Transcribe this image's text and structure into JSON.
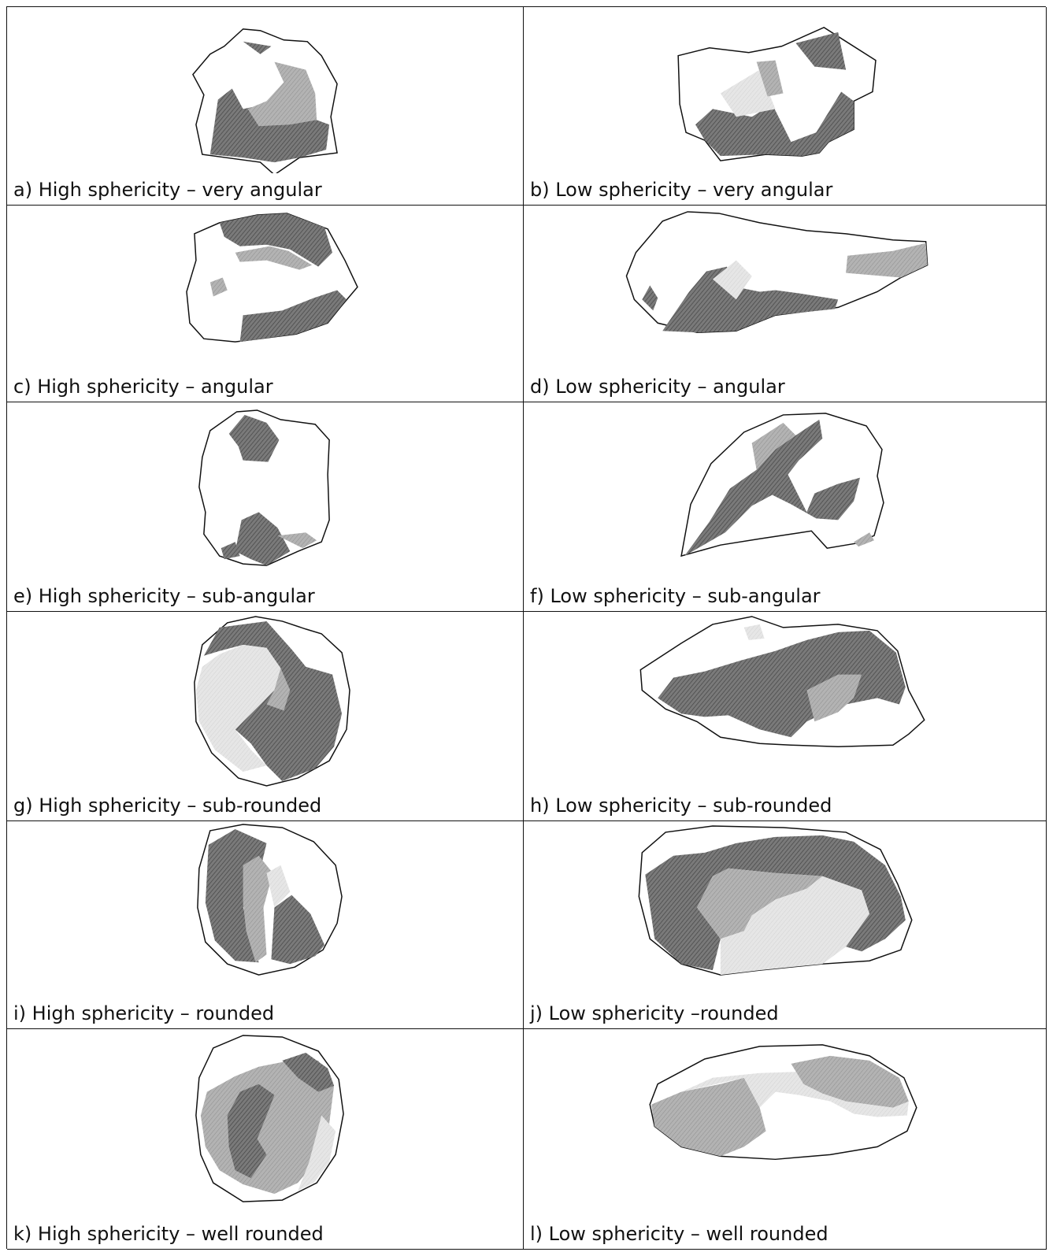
{
  "colors": {
    "outline": "#111111",
    "dark": "#6f6f6f",
    "mid": "#a9a9a9",
    "light": "#e4e4e4"
  },
  "grains": [
    {
      "caption": "a) High sphericity – very angular"
    },
    {
      "caption": "b) Low sphericity – very angular"
    },
    {
      "caption": "c) High sphericity – angular"
    },
    {
      "caption": "d) Low sphericity – angular"
    },
    {
      "caption": "e) High sphericity – sub-angular"
    },
    {
      "caption": "f) Low sphericity – sub-angular"
    },
    {
      "caption": "g) High sphericity – sub-rounded"
    },
    {
      "caption": "h) Low sphericity – sub-rounded"
    },
    {
      "caption": "i) High sphericity – rounded"
    },
    {
      "caption": "j) Low sphericity –rounded"
    },
    {
      "caption": "k) High sphericity – well rounded"
    },
    {
      "caption": "l) Low sphericity – well rounded"
    }
  ]
}
